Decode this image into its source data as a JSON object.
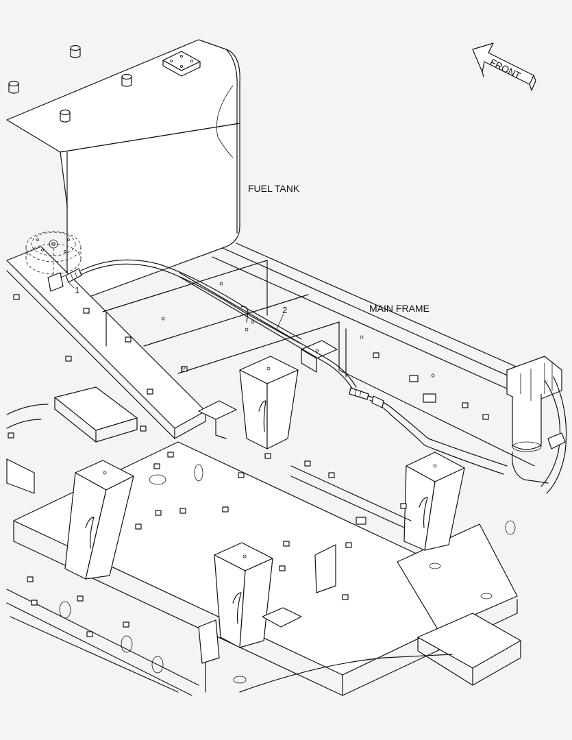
{
  "labels": {
    "front": "FRONT",
    "fuel_tank": "FUEL TANK",
    "main_frame": "MAIN FRAME"
  },
  "callouts": {
    "item_1": "1",
    "item_2": "2"
  },
  "icons": {
    "front_arrow": "front-direction-arrow-icon"
  },
  "colors": {
    "background": "#f4f4f4",
    "line": "#111111",
    "part_fill": "#ffffff"
  }
}
